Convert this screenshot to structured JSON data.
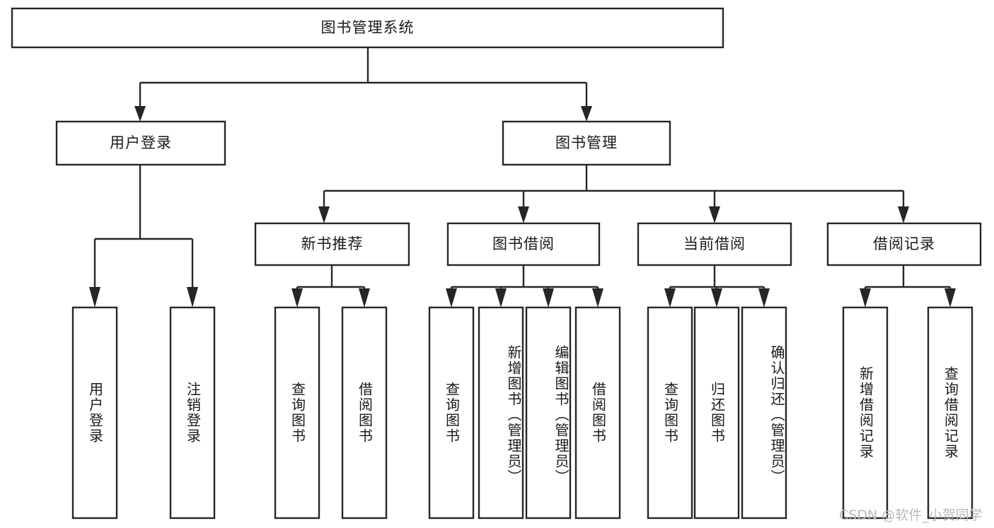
{
  "diagram": {
    "type": "tree-hierarchy",
    "title": "图书管理系统",
    "watermark": "CSDN @软件_小贺同学",
    "colors": {
      "box_stroke": "#262626",
      "box_fill": "#ffffff",
      "text": "#1a1a1a",
      "background": "#ffffff",
      "watermark": "#b9b9b9"
    },
    "levels": [
      {
        "level": 1,
        "nodes": [
          {
            "id": "root",
            "label": "图书管理系统",
            "orientation": "horizontal"
          }
        ]
      },
      {
        "level": 2,
        "nodes": [
          {
            "id": "user-login",
            "label": "用户登录",
            "orientation": "horizontal",
            "parent": "root"
          },
          {
            "id": "book-manage",
            "label": "图书管理",
            "orientation": "horizontal",
            "parent": "root"
          }
        ]
      },
      {
        "level": 3,
        "nodes": [
          {
            "id": "new-book-recommend",
            "label": "新书推荐",
            "orientation": "horizontal",
            "parent": "book-manage"
          },
          {
            "id": "book-borrow",
            "label": "图书借阅",
            "orientation": "horizontal",
            "parent": "book-manage"
          },
          {
            "id": "current-borrow",
            "label": "当前借阅",
            "orientation": "horizontal",
            "parent": "book-manage"
          },
          {
            "id": "borrow-record",
            "label": "借阅记录",
            "orientation": "horizontal",
            "parent": "book-manage"
          }
        ]
      },
      {
        "level": 4,
        "nodes": [
          {
            "id": "leaf-user-login",
            "label": "用户登录",
            "orientation": "vertical",
            "parent": "user-login"
          },
          {
            "id": "leaf-logout-login",
            "label": "注销登录",
            "orientation": "vertical",
            "parent": "user-login"
          },
          {
            "id": "leaf-query-book-1",
            "label": "查询图书",
            "orientation": "vertical",
            "parent": "new-book-recommend"
          },
          {
            "id": "leaf-borrow-book-1",
            "label": "借阅图书",
            "orientation": "vertical",
            "parent": "new-book-recommend"
          },
          {
            "id": "leaf-query-book-2",
            "label": "查询图书",
            "orientation": "vertical",
            "parent": "book-borrow"
          },
          {
            "id": "leaf-add-book",
            "label": "新增图书（管理员）",
            "orientation": "vertical",
            "parent": "book-borrow"
          },
          {
            "id": "leaf-edit-book",
            "label": "编辑图书（管理员）",
            "orientation": "vertical",
            "parent": "book-borrow"
          },
          {
            "id": "leaf-borrow-book-2",
            "label": "借阅图书",
            "orientation": "vertical",
            "parent": "book-borrow"
          },
          {
            "id": "leaf-query-book-3",
            "label": "查询图书",
            "orientation": "vertical",
            "parent": "current-borrow"
          },
          {
            "id": "leaf-return-book",
            "label": "归还图书",
            "orientation": "vertical",
            "parent": "current-borrow"
          },
          {
            "id": "leaf-confirm-return",
            "label": "确认归还（管理员）",
            "orientation": "vertical",
            "parent": "current-borrow"
          },
          {
            "id": "leaf-add-record",
            "label": "新增借阅记录",
            "orientation": "vertical",
            "parent": "borrow-record"
          },
          {
            "id": "leaf-query-record",
            "label": "查询借阅记录",
            "orientation": "vertical",
            "parent": "borrow-record"
          }
        ]
      }
    ]
  }
}
